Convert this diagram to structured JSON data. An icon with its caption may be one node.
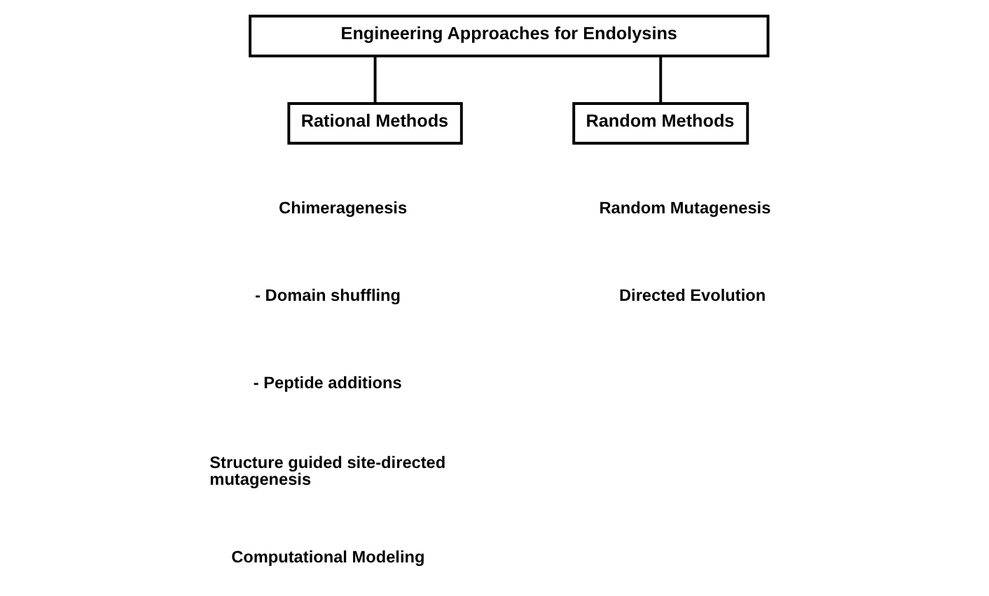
{
  "diagram": {
    "nodes": [
      {
        "text": [
          "Engineering Approaches for Endolysins"
        ]
      },
      {
        "text": [
          "Rational Methods"
        ]
      },
      {
        "text": [
          "Random Methods"
        ]
      }
    ],
    "edges": [
      {
        "from": 0,
        "to": 1,
        "arrow": "none"
      },
      {
        "from": 0,
        "to": 2,
        "arrow": "none"
      }
    ],
    "labels": [
      "Chimeragenesis",
      "- Domain shuffling",
      "- Peptide additions",
      "Structure guided site-directed mutagenesis",
      "Computational Modeling",
      "Random Mutagenesis",
      "Directed Evolution"
    ]
  }
}
